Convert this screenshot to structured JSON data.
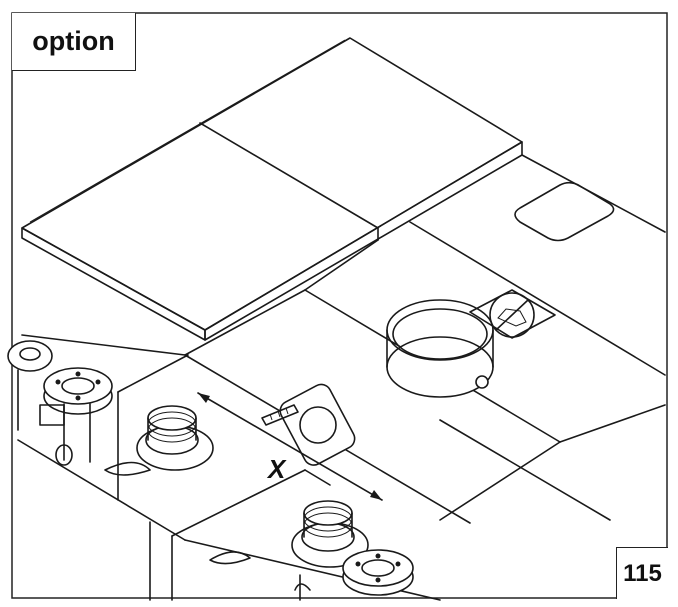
{
  "header": {
    "tag_label": "option"
  },
  "footer": {
    "page_number": "115"
  },
  "diagram": {
    "dimension_label": "X"
  }
}
